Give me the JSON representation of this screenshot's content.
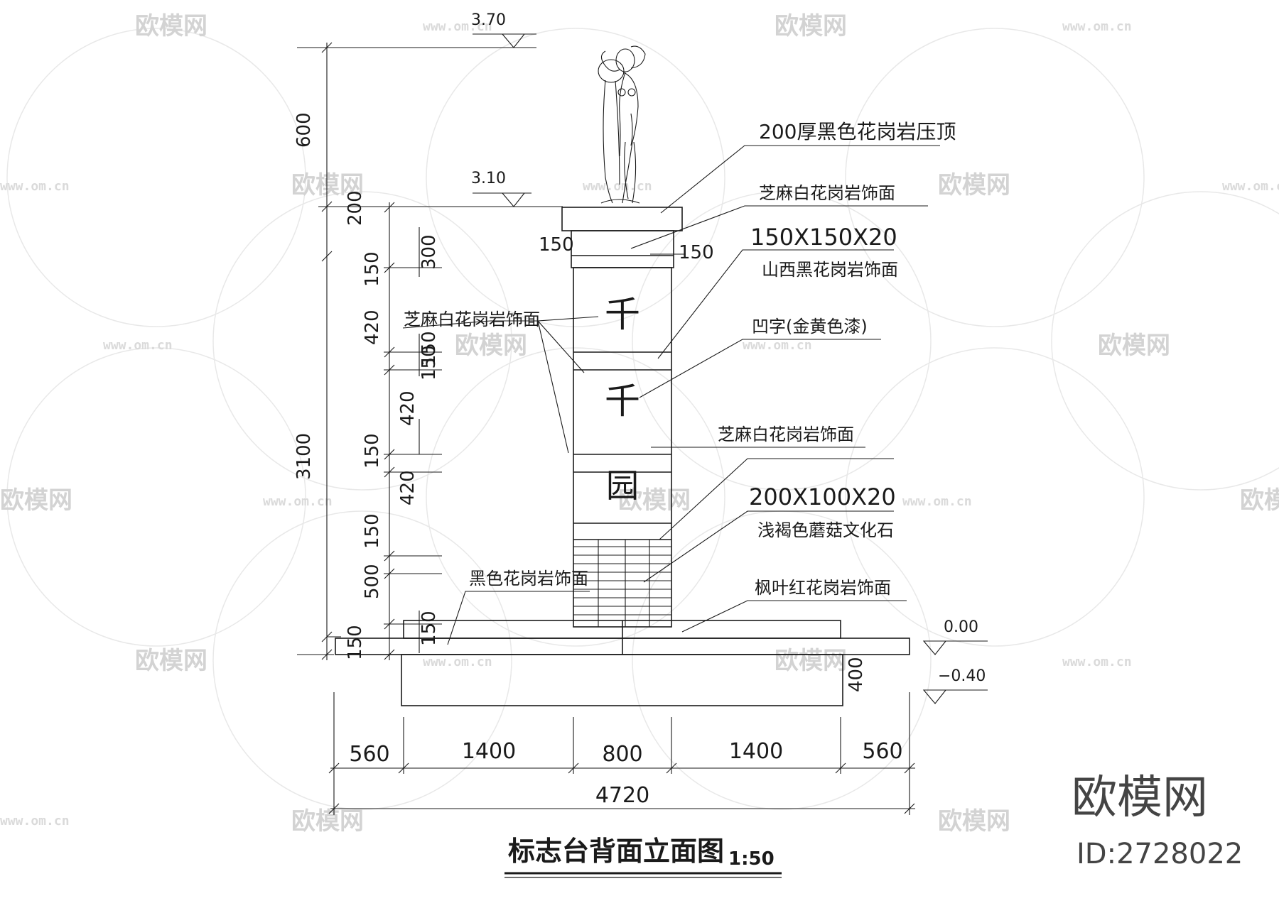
{
  "levels": {
    "top": "3.70",
    "cap": "3.10",
    "ground": "0.00",
    "foundation": "−0.40"
  },
  "vertical_dims": {
    "statue": "600",
    "cap": "200",
    "overall": "3100",
    "base_left": "150",
    "segments": [
      "150",
      "420",
      "150",
      "420",
      "150",
      "420",
      "150",
      "500",
      "150"
    ],
    "inner_300": "300",
    "inner_150a": "150",
    "inner_150b": "150",
    "foundation": "400"
  },
  "horizontal_dims": {
    "offset_left": "150",
    "offset_right": "150",
    "w1": "560",
    "w2": "1400",
    "w3": "800",
    "w4": "1400",
    "w5": "560",
    "total": "4720"
  },
  "characters": [
    "千",
    "千",
    "园"
  ],
  "callouts": {
    "c1": "200厚黑色花岗岩压顶",
    "c2": "芝麻白花岗岩饰面",
    "c3a": "150X150X20",
    "c3b": "山西黑花岗岩饰面",
    "c4": "凹字(金黄色漆)",
    "c5": "芝麻白花岗岩饰面",
    "c6a": "200X100X20",
    "c6b": "浅褐色蘑菇文化石",
    "c7": "枫叶红花岗岩饰面",
    "c8": "芝麻白花岗岩饰面",
    "c9": "黑色花岗岩饰面"
  },
  "title": "标志台背面立面图",
  "scale": "1:50",
  "brand": {
    "logo": "欧模网",
    "id": "ID:2728022",
    "wm_logo": "欧模网",
    "wm_url": "www.om.cn"
  }
}
